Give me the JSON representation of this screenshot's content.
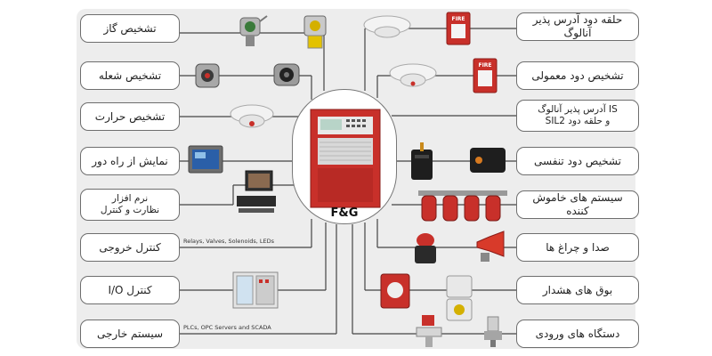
{
  "center": {
    "label": "F&G"
  },
  "left_boxes": [
    {
      "label": "تشخیص گاز"
    },
    {
      "label": "تشخیص شعله"
    },
    {
      "label": "تشخیص حرارت"
    },
    {
      "label": "نمایش از راه دور"
    },
    {
      "line1": "نرم افزار",
      "line2": "نظارت و کنترل"
    },
    {
      "label": "کنترل خروجی"
    },
    {
      "label": "کنترل I/O"
    },
    {
      "label": "سیستم خارجی"
    }
  ],
  "right_boxes": [
    {
      "label": "حلقه دود آدرس پذیر آنالوگ"
    },
    {
      "label": "تشخیص دود معمولی"
    },
    {
      "line1": "IS آدرس پذیر آنالوگ",
      "line2": "و حلقه دود SIL2"
    },
    {
      "label": "تشخیص دود تنفسی"
    },
    {
      "label": "سیستم های خاموش کننده"
    },
    {
      "label": "صدا و چراغ ها"
    },
    {
      "label": "بوق های هشدار"
    },
    {
      "label": "دستگاه های ورودی"
    }
  ],
  "annotations": {
    "output_control": "Relays, Valves, Solenoids, LEDs",
    "external_system": "PLCs, OPC Servers and SCADA"
  },
  "device_labels": {
    "fire_call_point_1": "FIRE",
    "fire_call_point_2": "FIRE"
  },
  "colors": {
    "panel": "#c8302a",
    "line": "#444444",
    "background": "#ededed",
    "box_border": "#6e6e6e"
  },
  "icons": [
    "gas-detector-icon",
    "flame-detector-icon",
    "heat-detector-icon",
    "smoke-detector-icon",
    "manual-call-point-icon",
    "aspirating-detector-icon",
    "extinguishing-cylinders-icon",
    "beacon-icon",
    "horn-icon",
    "remote-display-icon",
    "monitoring-workstation-icon",
    "io-cabinet-icon",
    "fire-alarm-panel-icon"
  ]
}
